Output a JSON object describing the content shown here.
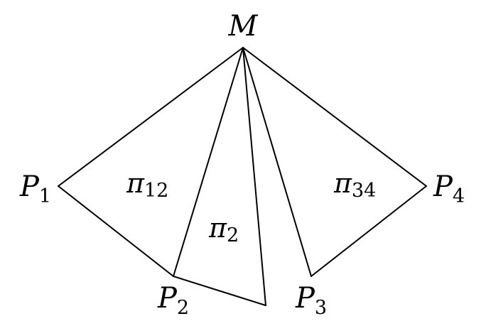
{
  "diagram": {
    "points": {
      "M": {
        "label": "M"
      },
      "P1": {
        "label": "P",
        "sub": "1"
      },
      "P2": {
        "label": "P",
        "sub": "2"
      },
      "P3": {
        "label": "P",
        "sub": "3"
      },
      "P4": {
        "label": "P",
        "sub": "4"
      }
    },
    "faces": {
      "pi12": {
        "label": "π",
        "sub": "12"
      },
      "pi2": {
        "label": "π",
        "sub": "2"
      },
      "pi34": {
        "label": "π",
        "sub": "34"
      }
    },
    "colors": {
      "stroke": "#000000",
      "background": "#ffffff"
    }
  }
}
